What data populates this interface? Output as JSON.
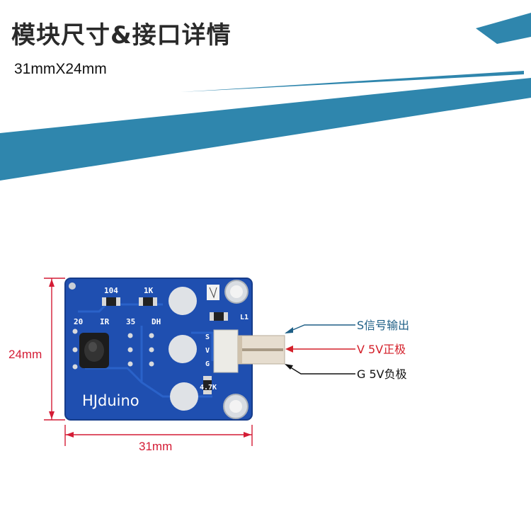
{
  "header": {
    "title": "模块尺寸&接口详情",
    "size_text": "31mmX24mm"
  },
  "board": {
    "labels": {
      "res1": "104",
      "res2": "1K",
      "l1": "L1",
      "s": "S",
      "v": "V",
      "g": "G",
      "cap": "4.7K",
      "p20": "20",
      "ir": "IR",
      "p35": "35",
      "dh": "DH",
      "brand": "HJduino"
    }
  },
  "dimensions": {
    "height_label": "24mm",
    "width_label": "31mm"
  },
  "pins": [
    {
      "label": "S信号输出",
      "color": "#1e5f86"
    },
    {
      "label": "V 5V正极",
      "color": "#d4202a"
    },
    {
      "label": "G 5V负极",
      "color": "#111111"
    }
  ],
  "colors": {
    "banner": "#2f86ad",
    "pcb": "#1f4fb0",
    "dimension": "#d41c35"
  }
}
